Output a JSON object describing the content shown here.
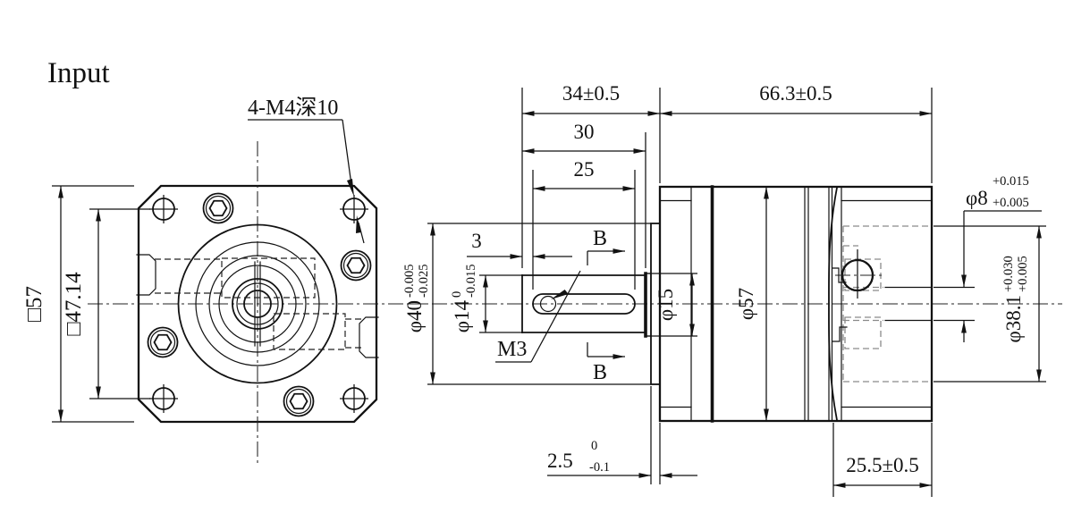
{
  "colors": {
    "line": "#121212",
    "hidden_internal": "#8a8a8a",
    "background": "#ffffff"
  },
  "labels": {
    "input": "Input",
    "thread_note": "4-M4深10",
    "m3": "M3",
    "section_b": "B"
  },
  "front_view": {
    "square_outer": "□57",
    "bolt_square": "□47.14"
  },
  "side_view": {
    "len_total_front": "34±0.5",
    "len_shaft": "30",
    "len_keyway": "25",
    "len_body": "66.3±0.5",
    "keyway_to_end": "3",
    "boss_protrusion": {
      "base": "2.5",
      "upper": "0",
      "lower": "-0.1"
    },
    "len_adapter": "25.5±0.5",
    "dia_output_boss": {
      "base": "φ40",
      "upper": "-0.005",
      "lower": "-0.025"
    },
    "dia_output_shaft": {
      "base": "φ14",
      "upper": "0",
      "lower": "-0.015"
    },
    "dia_collar": "φ15",
    "dia_body": "φ57",
    "dia_input_bore": {
      "base": "φ8",
      "upper": "+0.015",
      "lower": "+0.005"
    },
    "dia_motor_pilot": {
      "base": "φ38.1",
      "upper": "+0.030",
      "lower": "+0.005"
    }
  }
}
